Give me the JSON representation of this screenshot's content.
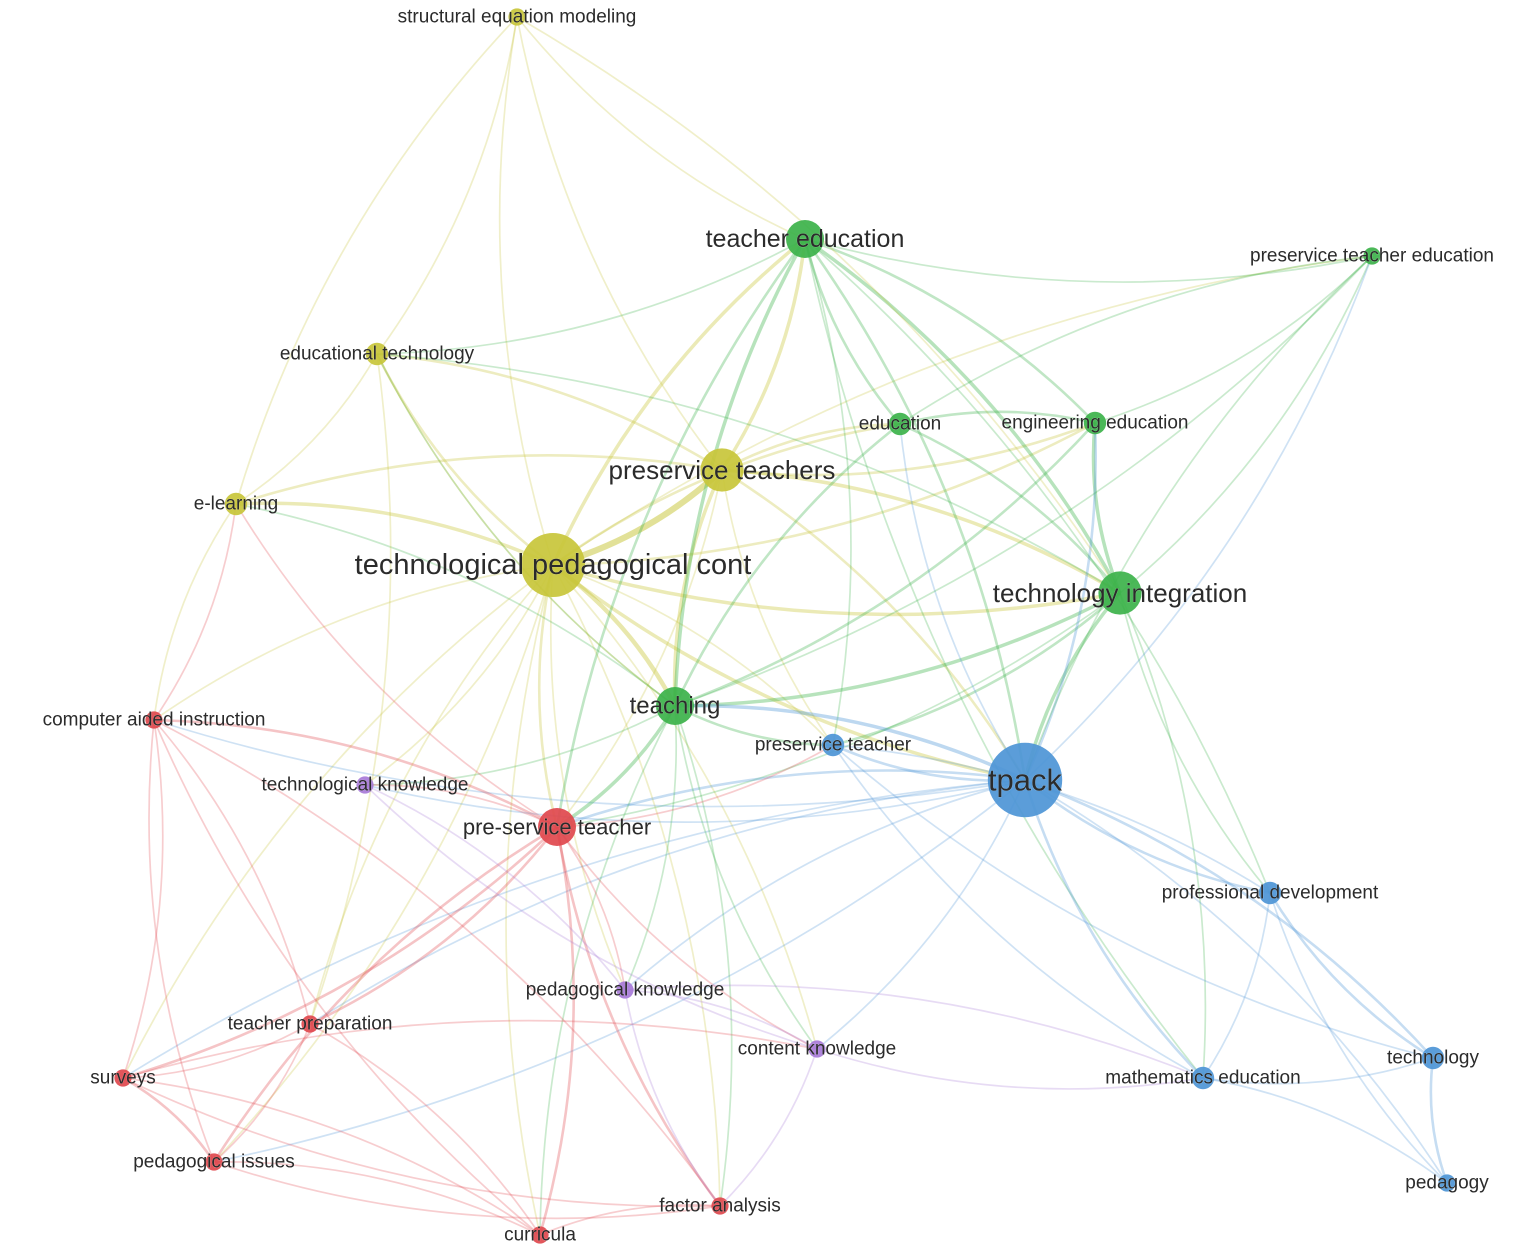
{
  "clusters": {
    "red": {
      "color": "#e0484d"
    },
    "green": {
      "color": "#3cb24a"
    },
    "blue": {
      "color": "#4d95d6"
    },
    "yellow": {
      "color": "#c8c53a"
    },
    "purple": {
      "color": "#a77ad8"
    }
  },
  "nodes": [
    {
      "id": "sem",
      "label": "structural equation modeling",
      "cluster": "yellow",
      "weight": 1
    },
    {
      "id": "te",
      "label": "teacher education",
      "cluster": "green",
      "weight": 5
    },
    {
      "id": "pte",
      "label": "preservice teacher education",
      "cluster": "green",
      "weight": 1
    },
    {
      "id": "edtech",
      "label": "educational technology",
      "cluster": "yellow",
      "weight": 2
    },
    {
      "id": "edu",
      "label": "education",
      "cluster": "green",
      "weight": 2
    },
    {
      "id": "eng",
      "label": "engineering education",
      "cluster": "green",
      "weight": 2
    },
    {
      "id": "pst",
      "label": "preservice teachers",
      "cluster": "yellow",
      "weight": 6
    },
    {
      "id": "el",
      "label": "e-learning",
      "cluster": "yellow",
      "weight": 2
    },
    {
      "id": "tpc",
      "label": "technological pedagogical cont",
      "cluster": "yellow",
      "weight": 10
    },
    {
      "id": "ti",
      "label": "technology integration",
      "cluster": "green",
      "weight": 6
    },
    {
      "id": "cai",
      "label": "computer aided instruction",
      "cluster": "red",
      "weight": 1
    },
    {
      "id": "teach",
      "label": "teaching",
      "cluster": "green",
      "weight": 5
    },
    {
      "id": "pt",
      "label": "preservice teacher",
      "cluster": "blue",
      "weight": 2
    },
    {
      "id": "tpack",
      "label": "tpack",
      "cluster": "blue",
      "weight": 12
    },
    {
      "id": "tk",
      "label": "technological knowledge",
      "cluster": "purple",
      "weight": 1
    },
    {
      "id": "prest",
      "label": "pre-service teacher",
      "cluster": "red",
      "weight": 5
    },
    {
      "id": "pd",
      "label": "professional development",
      "cluster": "blue",
      "weight": 2
    },
    {
      "id": "pk",
      "label": "pedagogical knowledge",
      "cluster": "purple",
      "weight": 1
    },
    {
      "id": "tprep",
      "label": "teacher preparation",
      "cluster": "red",
      "weight": 1
    },
    {
      "id": "ck",
      "label": "content knowledge",
      "cluster": "purple",
      "weight": 1
    },
    {
      "id": "tech",
      "label": "technology",
      "cluster": "blue",
      "weight": 2
    },
    {
      "id": "surv",
      "label": "surveys",
      "cluster": "red",
      "weight": 1
    },
    {
      "id": "me",
      "label": "mathematics education",
      "cluster": "blue",
      "weight": 2
    },
    {
      "id": "pi",
      "label": "pedagogical issues",
      "cluster": "red",
      "weight": 1
    },
    {
      "id": "fa",
      "label": "factor analysis",
      "cluster": "red",
      "weight": 1
    },
    {
      "id": "peda",
      "label": "pedagogy",
      "cluster": "blue",
      "weight": 1
    },
    {
      "id": "curr",
      "label": "curricula",
      "cluster": "red",
      "weight": 1
    }
  ],
  "edges": [
    [
      "tpc",
      "pst",
      6
    ],
    [
      "tpc",
      "te",
      3
    ],
    [
      "tpc",
      "ti",
      3
    ],
    [
      "tpc",
      "teach",
      4
    ],
    [
      "tpc",
      "tpack",
      3
    ],
    [
      "tpc",
      "edtech",
      2
    ],
    [
      "tpc",
      "el",
      3
    ],
    [
      "tpc",
      "sem",
      1
    ],
    [
      "tpc",
      "prest",
      2
    ],
    [
      "tpc",
      "edu",
      2
    ],
    [
      "tpc",
      "eng",
      2
    ],
    [
      "tpc",
      "pt",
      1
    ],
    [
      "tpc",
      "cai",
      1
    ],
    [
      "tpc",
      "tk",
      1
    ],
    [
      "tpc",
      "pk",
      1
    ],
    [
      "tpc",
      "ck",
      1
    ],
    [
      "tpc",
      "curr",
      1
    ],
    [
      "tpc",
      "fa",
      1
    ],
    [
      "tpc",
      "surv",
      1
    ],
    [
      "tpc",
      "pi",
      1
    ],
    [
      "tpc",
      "tprep",
      1
    ],
    [
      "tpc",
      "pte",
      1
    ],
    [
      "pst",
      "te",
      3
    ],
    [
      "pst",
      "ti",
      3
    ],
    [
      "pst",
      "teach",
      3
    ],
    [
      "pst",
      "edu",
      2
    ],
    [
      "pst",
      "eng",
      2
    ],
    [
      "pst",
      "tpack",
      2
    ],
    [
      "pst",
      "edtech",
      2
    ],
    [
      "pst",
      "sem",
      1
    ],
    [
      "pst",
      "el",
      2
    ],
    [
      "pst",
      "prest",
      1
    ],
    [
      "pst",
      "pt",
      1
    ],
    [
      "te",
      "ti",
      3
    ],
    [
      "te",
      "teach",
      3
    ],
    [
      "te",
      "tpack",
      2
    ],
    [
      "te",
      "edu",
      2
    ],
    [
      "te",
      "eng",
      2
    ],
    [
      "te",
      "pte",
      1
    ],
    [
      "te",
      "pt",
      1
    ],
    [
      "te",
      "prest",
      2
    ],
    [
      "te",
      "edtech",
      1
    ],
    [
      "te",
      "me",
      1
    ],
    [
      "te",
      "pd",
      1
    ],
    [
      "ti",
      "tpack",
      3
    ],
    [
      "ti",
      "teach",
      3
    ],
    [
      "ti",
      "edu",
      2
    ],
    [
      "ti",
      "eng",
      3
    ],
    [
      "ti",
      "pte",
      1
    ],
    [
      "ti",
      "pt",
      2
    ],
    [
      "ti",
      "pd",
      1
    ],
    [
      "ti",
      "me",
      1
    ],
    [
      "ti",
      "edtech",
      1
    ],
    [
      "ti",
      "prest",
      1
    ],
    [
      "tpack",
      "teach",
      3
    ],
    [
      "tpack",
      "pt",
      2
    ],
    [
      "tpack",
      "pd",
      2
    ],
    [
      "tpack",
      "tech",
      2
    ],
    [
      "tpack",
      "me",
      2
    ],
    [
      "tpack",
      "peda",
      1
    ],
    [
      "tpack",
      "prest",
      2
    ],
    [
      "tpack",
      "ck",
      1
    ],
    [
      "tpack",
      "pk",
      1
    ],
    [
      "tpack",
      "tk",
      1
    ],
    [
      "tpack",
      "eng",
      2
    ],
    [
      "tpack",
      "edu",
      1
    ],
    [
      "tpack",
      "pte",
      1
    ],
    [
      "tpack",
      "cai",
      1
    ],
    [
      "tpack",
      "surv",
      1
    ],
    [
      "tpack",
      "pi",
      1
    ],
    [
      "tpack",
      "tprep",
      1
    ],
    [
      "teach",
      "prest",
      3
    ],
    [
      "teach",
      "pt",
      2
    ],
    [
      "teach",
      "edu",
      2
    ],
    [
      "teach",
      "eng",
      2
    ],
    [
      "teach",
      "pk",
      1
    ],
    [
      "teach",
      "ck",
      1
    ],
    [
      "teach",
      "tk",
      1
    ],
    [
      "teach",
      "curr",
      1
    ],
    [
      "teach",
      "fa",
      1
    ],
    [
      "teach",
      "el",
      1
    ],
    [
      "teach",
      "edtech",
      1
    ],
    [
      "prest",
      "cai",
      2
    ],
    [
      "prest",
      "surv",
      2
    ],
    [
      "prest",
      "pi",
      2
    ],
    [
      "prest",
      "curr",
      2
    ],
    [
      "prest",
      "fa",
      2
    ],
    [
      "prest",
      "tprep",
      2
    ],
    [
      "prest",
      "tk",
      1
    ],
    [
      "prest",
      "pk",
      1
    ],
    [
      "prest",
      "ck",
      1
    ],
    [
      "prest",
      "el",
      1
    ],
    [
      "prest",
      "pt",
      1
    ],
    [
      "cai",
      "surv",
      1
    ],
    [
      "cai",
      "pi",
      1
    ],
    [
      "cai",
      "tprep",
      1
    ],
    [
      "cai",
      "curr",
      1
    ],
    [
      "cai",
      "fa",
      1
    ],
    [
      "cai",
      "el",
      1
    ],
    [
      "surv",
      "pi",
      2
    ],
    [
      "surv",
      "tprep",
      1
    ],
    [
      "surv",
      "curr",
      1
    ],
    [
      "surv",
      "fa",
      1
    ],
    [
      "surv",
      "ck",
      1
    ],
    [
      "pi",
      "tprep",
      1
    ],
    [
      "pi",
      "curr",
      1
    ],
    [
      "pi",
      "fa",
      1
    ],
    [
      "curr",
      "fa",
      1
    ],
    [
      "curr",
      "tprep",
      1
    ],
    [
      "tk",
      "pk",
      1
    ],
    [
      "tk",
      "ck",
      1
    ],
    [
      "pk",
      "ck",
      1
    ],
    [
      "pk",
      "fa",
      1
    ],
    [
      "ck",
      "fa",
      1
    ],
    [
      "ck",
      "me",
      1
    ],
    [
      "pk",
      "me",
      1
    ],
    [
      "pd",
      "tech",
      2
    ],
    [
      "pd",
      "me",
      1
    ],
    [
      "pd",
      "peda",
      1
    ],
    [
      "tech",
      "me",
      1
    ],
    [
      "tech",
      "peda",
      2
    ],
    [
      "me",
      "peda",
      1
    ],
    [
      "pt",
      "me",
      1
    ],
    [
      "pt",
      "pd",
      1
    ],
    [
      "pt",
      "tech",
      1
    ],
    [
      "edtech",
      "el",
      1
    ],
    [
      "edtech",
      "sem",
      1
    ],
    [
      "el",
      "sem",
      1
    ],
    [
      "sem",
      "te",
      1
    ],
    [
      "sem",
      "ti",
      1
    ],
    [
      "edtech",
      "teach",
      1
    ],
    [
      "edtech",
      "tprep",
      1
    ],
    [
      "el",
      "cai",
      1
    ],
    [
      "edu",
      "eng",
      2
    ],
    [
      "eng",
      "pte",
      1
    ],
    [
      "edu",
      "pte",
      1
    ],
    [
      "pte",
      "tpack",
      1
    ],
    [
      "pte",
      "teach",
      1
    ]
  ]
}
